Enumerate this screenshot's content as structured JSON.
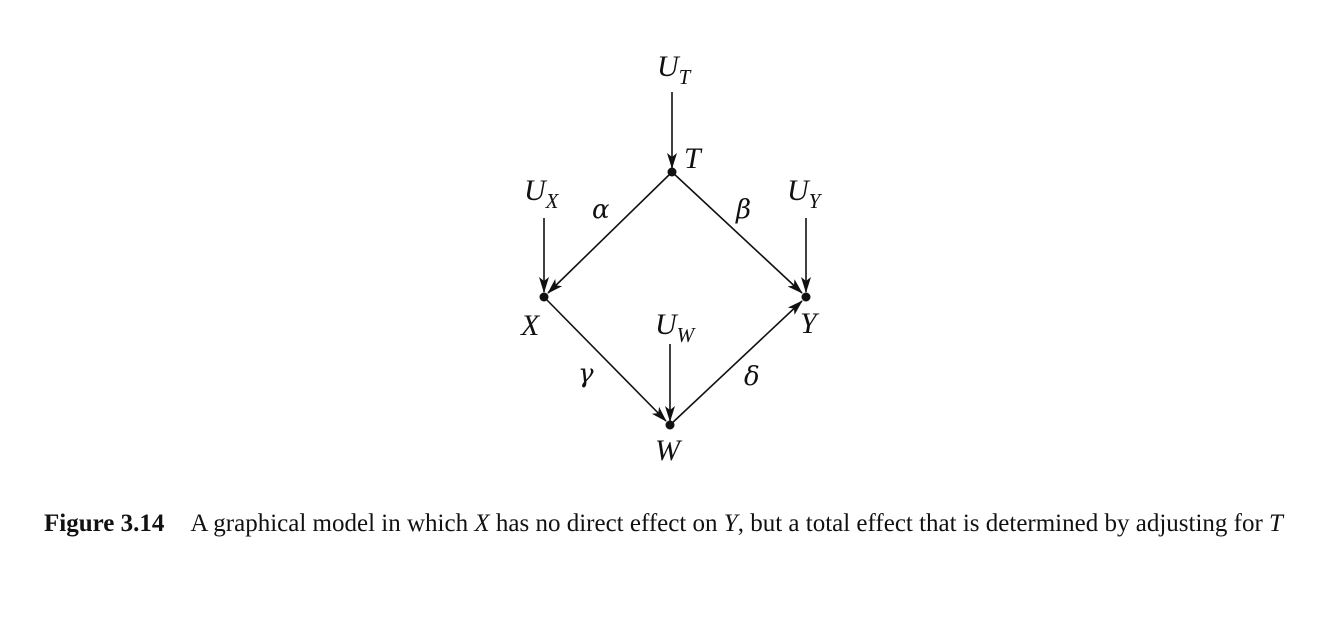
{
  "diagram": {
    "nodes": {
      "T": "T",
      "X": "X",
      "Y": "Y",
      "W": "W"
    },
    "exogenous": {
      "U_T": {
        "main": "U",
        "sub": "T"
      },
      "U_X": {
        "main": "U",
        "sub": "X"
      },
      "U_Y": {
        "main": "U",
        "sub": "Y"
      },
      "U_W": {
        "main": "U",
        "sub": "W"
      }
    },
    "edge_labels": {
      "T_X": "α",
      "T_Y": "β",
      "X_W": "γ",
      "W_Y": "δ"
    },
    "edges": [
      {
        "from": "U_T",
        "to": "T"
      },
      {
        "from": "U_X",
        "to": "X"
      },
      {
        "from": "U_Y",
        "to": "Y"
      },
      {
        "from": "U_W",
        "to": "W"
      },
      {
        "from": "T",
        "to": "X",
        "label": "α"
      },
      {
        "from": "T",
        "to": "Y",
        "label": "β"
      },
      {
        "from": "X",
        "to": "W",
        "label": "γ"
      },
      {
        "from": "W",
        "to": "Y",
        "label": "δ"
      }
    ]
  },
  "caption": {
    "label": "Figure 3.14",
    "parts": {
      "p1": "A graphical model in which ",
      "v1": "X",
      "p2": " has no direct effect on ",
      "v2": "Y",
      "p3": ", but a total effect that is determined by adjusting for ",
      "v3": "T"
    }
  }
}
